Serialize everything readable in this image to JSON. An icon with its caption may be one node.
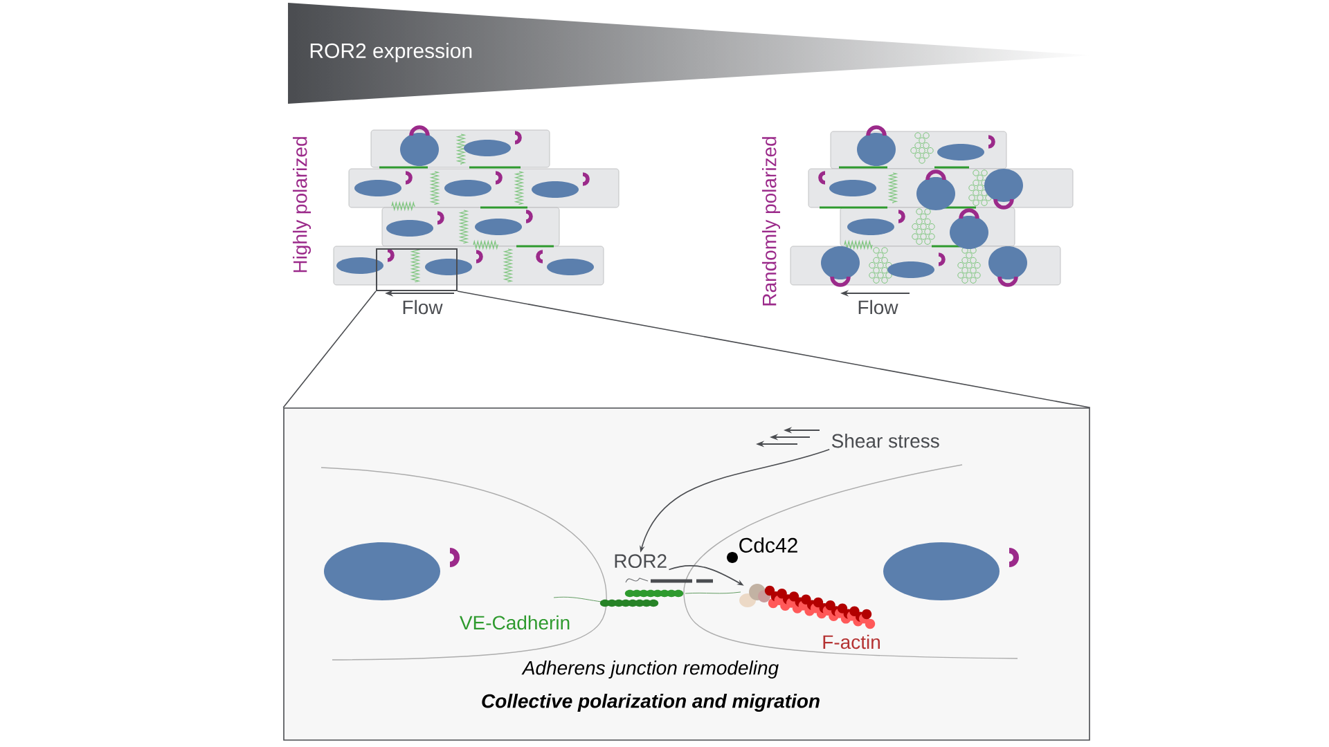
{
  "diagram": {
    "nodes": [
      {
        "text": [
          "ROR2 expression"
        ]
      },
      {
        "text": [],
        "shape": "box"
      },
      {
        "text": [
          "Adherens junction remodeling",
          "Collective polarization and migration"
        ]
      },
      {
        "text": [
          "Shear stress"
        ],
        "in": 2
      },
      {
        "text": [
          "ROR2"
        ],
        "in": 2
      },
      {
        "text": [],
        "shape": "picture",
        "in": 2,
        "beside": [
          "F-actin"
        ]
      }
    ],
    "edges": [
      {
        "from": 1,
        "to": 2,
        "arrow": "none"
      },
      {
        "from": 1,
        "to": 2,
        "arrow": "none"
      },
      {
        "from": 3,
        "to": 4,
        "arrow": "to"
      },
      {
        "from": 4,
        "to": 5,
        "arrow": "to"
      }
    ],
    "labels": [
      "Highly polarized",
      "Flow",
      "Randomly polarized",
      "Flow",
      "Cdc42",
      "VE-Cadherin"
    ]
  }
}
